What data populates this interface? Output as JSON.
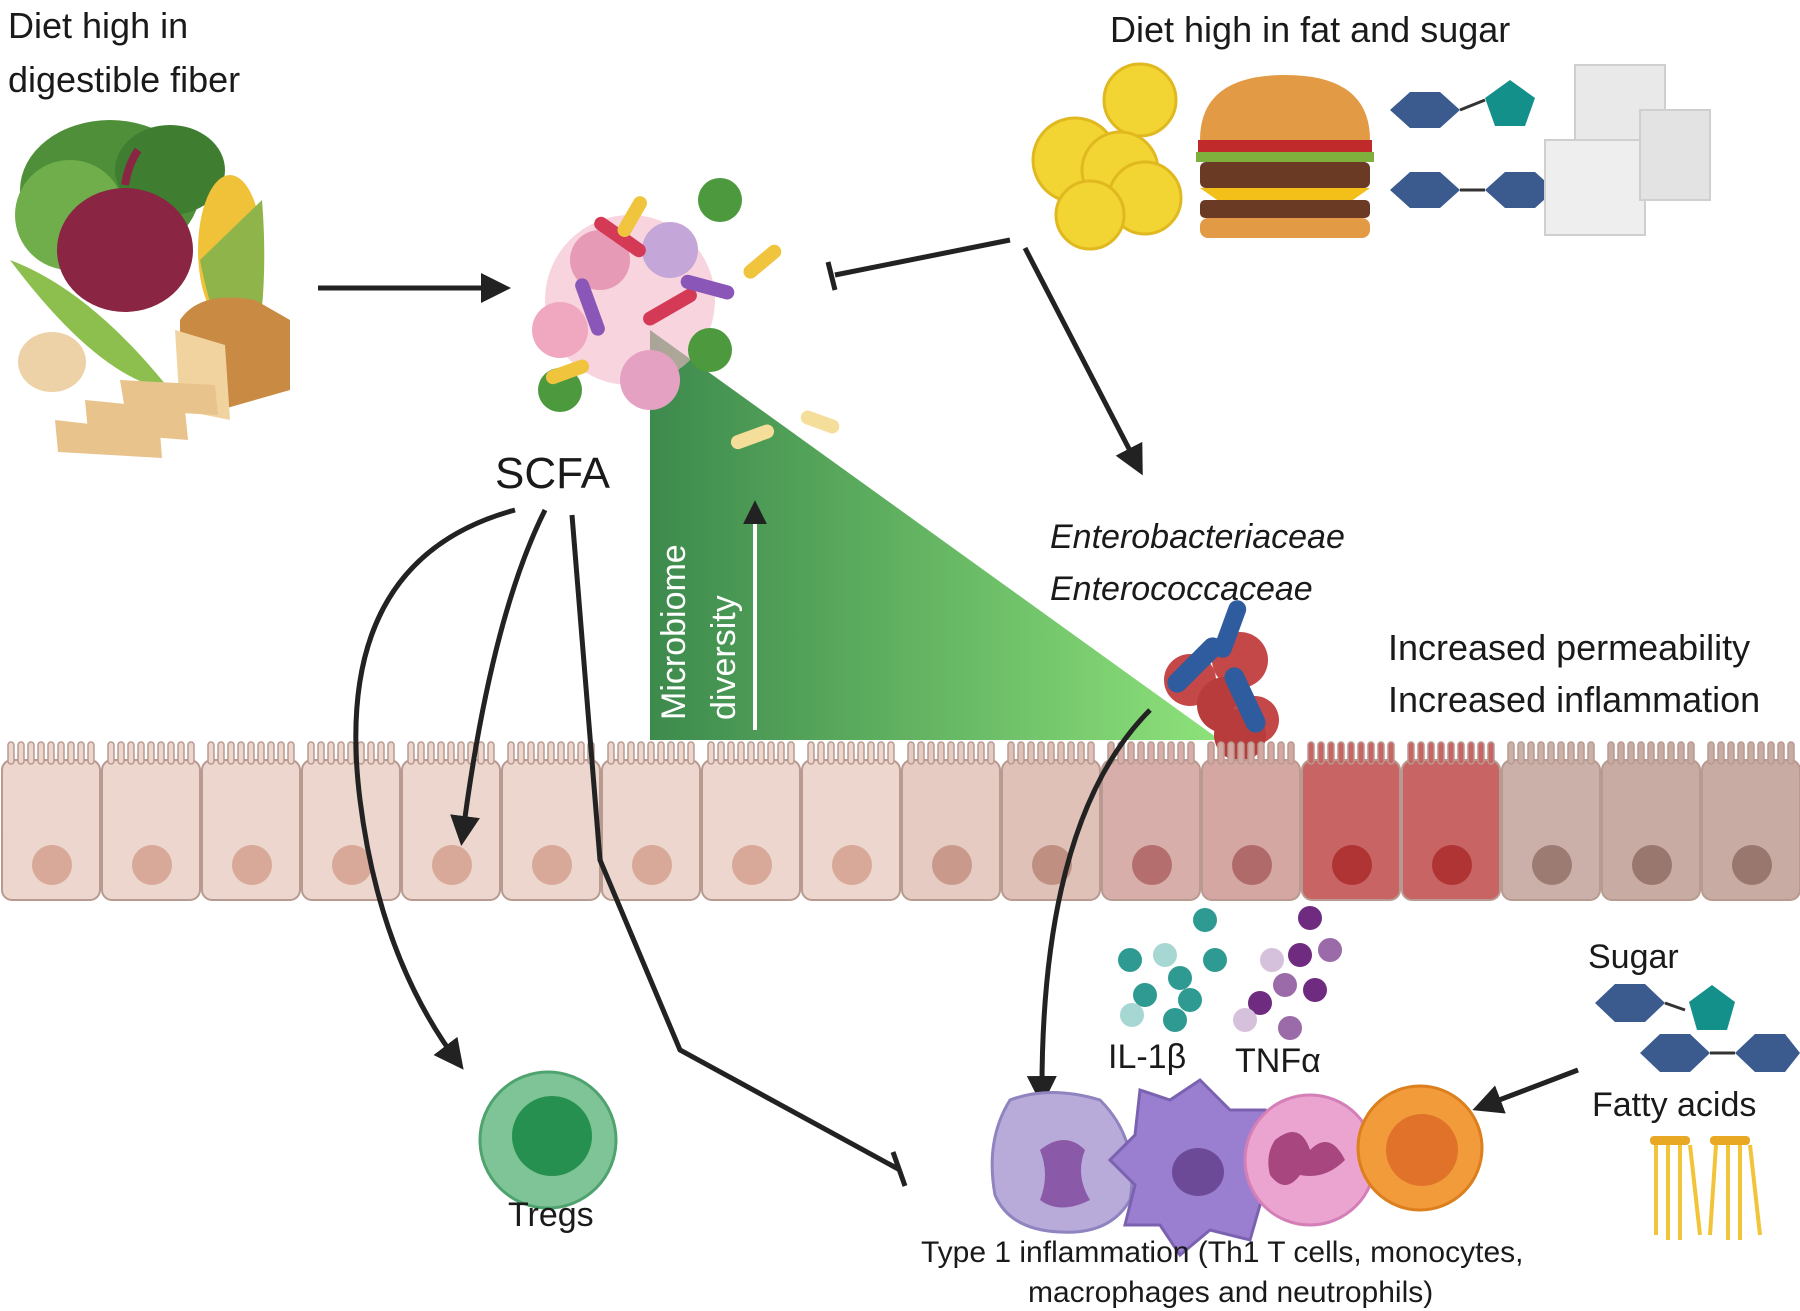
{
  "labels": {
    "fiber_diet_line1": "Diet high in",
    "fiber_diet_line2": "digestible fiber",
    "fat_sugar_diet": "Diet high in fat and sugar",
    "scfa": "SCFA",
    "microbiome_line1": "Microbiome",
    "microbiome_line2": "diversity",
    "entero1": "Enterobacteriaceae",
    "entero2": "Enterococcaceae",
    "perm1": "Increased permeability",
    "perm2": "Increased inflammation",
    "il1b": "IL-1β",
    "tnfa": "TNFα",
    "sugar": "Sugar",
    "fatty_acids": "Fatty acids",
    "tregs": "Tregs",
    "type1_line1": "Type 1 inflammation (Th1 T cells, monocytes,",
    "type1_line2": "macrophages and neutrophils)"
  },
  "colors": {
    "gradient_dark": "#3f8f4f",
    "gradient_light": "#8ee27a",
    "epithelium_healthy": "#e9d3cb",
    "epithelium_inflamed": "#cc6b6b",
    "treg": "#7fc496",
    "arrow": "#222222"
  }
}
